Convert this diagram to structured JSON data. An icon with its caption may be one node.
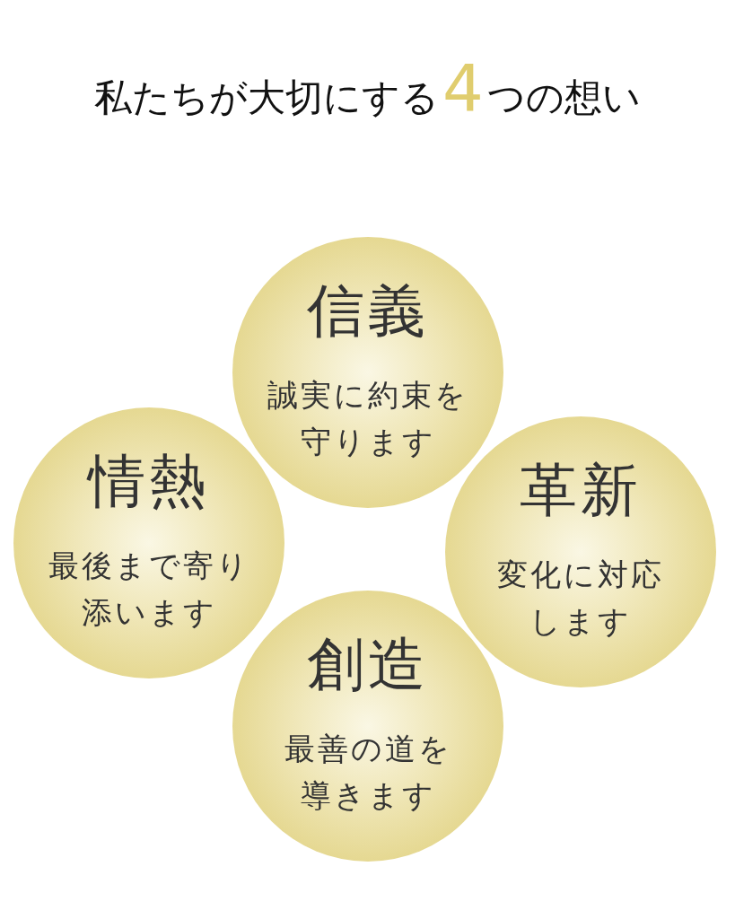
{
  "diagram": {
    "title": "私たちが大切にする**4**つの想い",
    "nodes": [
      {
        "text": [
          "信義",
          "誠実に約束を守ります"
        ]
      },
      {
        "text": [
          "情熱",
          "最後まで寄り添います"
        ]
      },
      {
        "text": [
          "革新",
          "変化に対応します"
        ]
      },
      {
        "text": [
          "創造",
          "最善の道を導きます"
        ]
      }
    ]
  }
}
